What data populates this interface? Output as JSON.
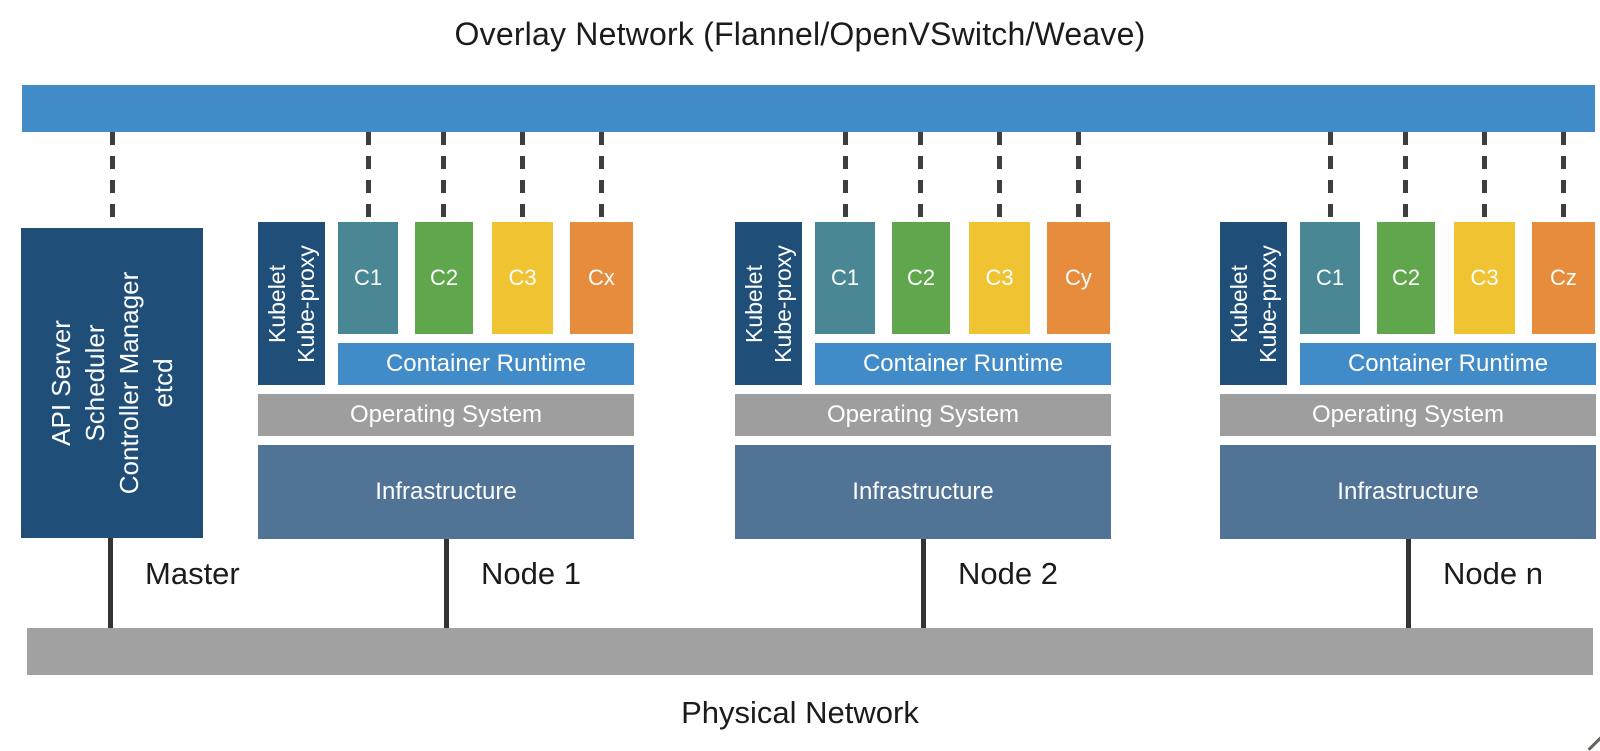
{
  "title": "Overlay Network (Flannel/OpenVSwitch/Weave)",
  "physical_network": {
    "label": "Physical Network"
  },
  "master": {
    "label": "Master",
    "components": [
      "API Server",
      "Scheduler",
      "Controller Manager",
      "etcd"
    ]
  },
  "nodes": [
    {
      "label": "Node 1",
      "agent": [
        "Kubelet",
        "Kube-proxy"
      ],
      "containers": [
        "C1",
        "C2",
        "C3",
        "Cx"
      ],
      "runtime_label": "Container Runtime",
      "os_label": "Operating System",
      "infra_label": "Infrastructure"
    },
    {
      "label": "Node 2",
      "agent": [
        "Kubelet",
        "Kube-proxy"
      ],
      "containers": [
        "C1",
        "C2",
        "C3",
        "Cy"
      ],
      "runtime_label": "Container Runtime",
      "os_label": "Operating System",
      "infra_label": "Infrastructure"
    },
    {
      "label": "Node n",
      "agent": [
        "Kubelet",
        "Kube-proxy"
      ],
      "containers": [
        "C1",
        "C2",
        "C3",
        "Cz"
      ],
      "runtime_label": "Container Runtime",
      "os_label": "Operating System",
      "infra_label": "Infrastructure"
    }
  ],
  "colors": {
    "navy": "#1F4E79",
    "bar-blue": "#418BC9",
    "teal": "#4A8795",
    "green": "#5FA64D",
    "yellow": "#F0C333",
    "orange": "#E68C3C",
    "os-gray": "#9E9E9E",
    "physical-gray": "#A1A1A1",
    "infra-blue": "#507396",
    "dash": "#3E3E3E",
    "connector": "#333333",
    "text-dark": "#1B1B1B"
  }
}
